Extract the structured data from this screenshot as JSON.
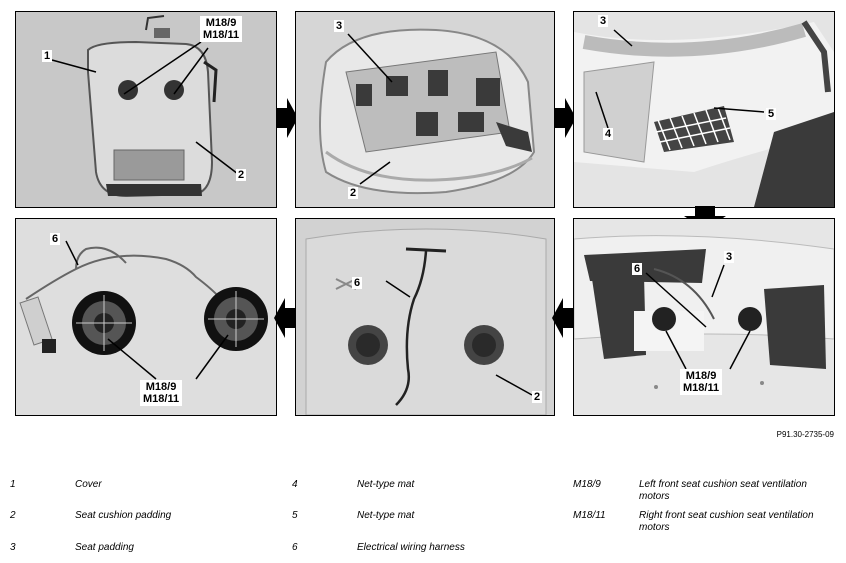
{
  "panels": [
    {
      "callouts": [
        "1",
        "2"
      ],
      "multi": [
        [
          "M18/9",
          "M18/11"
        ]
      ]
    },
    {
      "callouts": [
        "3",
        "2"
      ]
    },
    {
      "callouts": [
        "3",
        "4",
        "5"
      ]
    },
    {
      "callouts": [
        "6"
      ],
      "multi": [
        [
          "M18/9",
          "M18/11"
        ]
      ]
    },
    {
      "callouts": [
        "6",
        "2"
      ]
    },
    {
      "callouts": [
        "6",
        "3"
      ],
      "multi": [
        [
          "M18/9",
          "M18/11"
        ]
      ]
    }
  ],
  "reference": "P91.30-2735-09",
  "legend": {
    "col1": [
      {
        "num": "1",
        "text": "Cover"
      },
      {
        "num": "2",
        "text": "Seat cushion padding"
      },
      {
        "num": "3",
        "text": "Seat padding"
      }
    ],
    "col2": [
      {
        "num": "4",
        "text": "Net-type mat"
      },
      {
        "num": "5",
        "text": "Net-type mat"
      },
      {
        "num": "6",
        "text": "Electrical wiring harness"
      }
    ],
    "col3": [
      {
        "num": "M18/9",
        "text": "Left front seat cushion seat ventilation motors"
      },
      {
        "num": "M18/11",
        "text": "Right front seat cushion seat ventilation motors"
      }
    ]
  },
  "colors": {
    "panel_bg": "#cfcfcf",
    "arrow": "#000000",
    "felt": "#3a3a3a"
  }
}
